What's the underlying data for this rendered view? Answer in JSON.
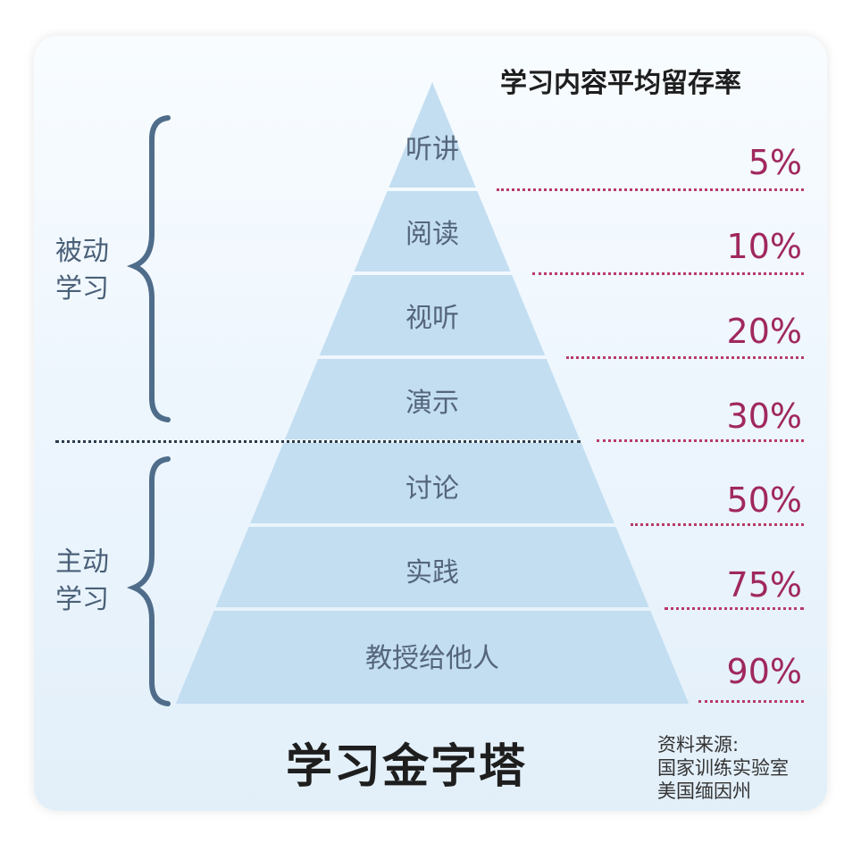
{
  "header": {
    "rate_title": "学习内容平均留存率"
  },
  "pyramid": {
    "layers": [
      {
        "label": "听讲",
        "rate": "5%"
      },
      {
        "label": "阅读",
        "rate": "10%"
      },
      {
        "label": "视听",
        "rate": "20%"
      },
      {
        "label": "演示",
        "rate": "30%"
      },
      {
        "label": "讨论",
        "rate": "50%"
      },
      {
        "label": "实践",
        "rate": "75%"
      },
      {
        "label": "教授给他人",
        "rate": "90%"
      }
    ]
  },
  "groups": {
    "passive": {
      "line1": "被动",
      "line2": "学习"
    },
    "active": {
      "line1": "主动",
      "line2": "学习"
    }
  },
  "footer": {
    "title": "学习金字塔",
    "source_line1": "资料来源:",
    "source_line2": "国家训练实验室",
    "source_line3": "美国缅因州"
  },
  "colors": {
    "pyramid_fill": "#c3def1",
    "pyramid_separator": "#ffffff",
    "rate_text": "#a0285e",
    "rate_dots": "#b83a6a",
    "brace": "#4f6d8a"
  }
}
